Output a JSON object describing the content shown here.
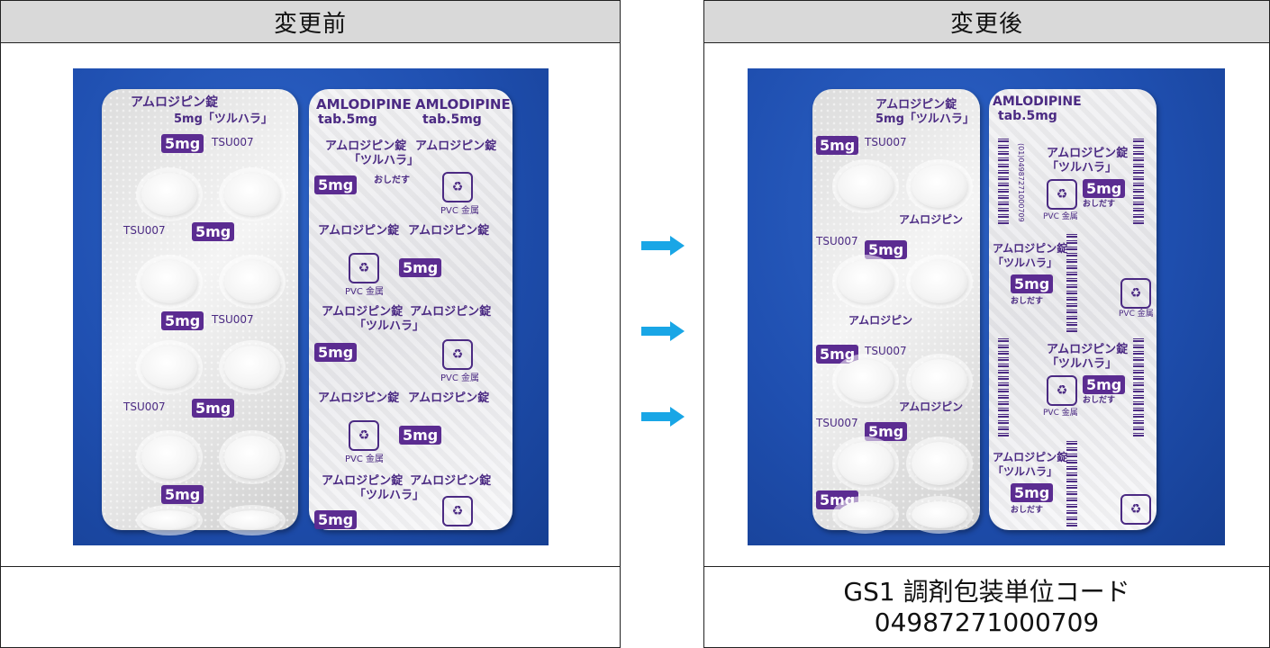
{
  "before_header": "変更前",
  "after_header": "変更後",
  "after_caption_line1": "GS1 調剤包装単位コード",
  "after_caption_line2": "04987271000709",
  "arrow_color": "#19a6e6",
  "photo_text": {
    "drug_jp": "アムロジピン錠",
    "drug_jp_short": "アムロジピン",
    "brand_jp": "「ツルハラ」",
    "dose_jp": "5mg「ツルハラ」",
    "drug_en": "AMLODIPINE",
    "dose_en": "tab.5mg",
    "code": "TSU007",
    "dose_badge": "5mg",
    "push_label": "おしだす",
    "material": "PVC 金属",
    "gs1_code_small": "(01)04987271000709"
  }
}
